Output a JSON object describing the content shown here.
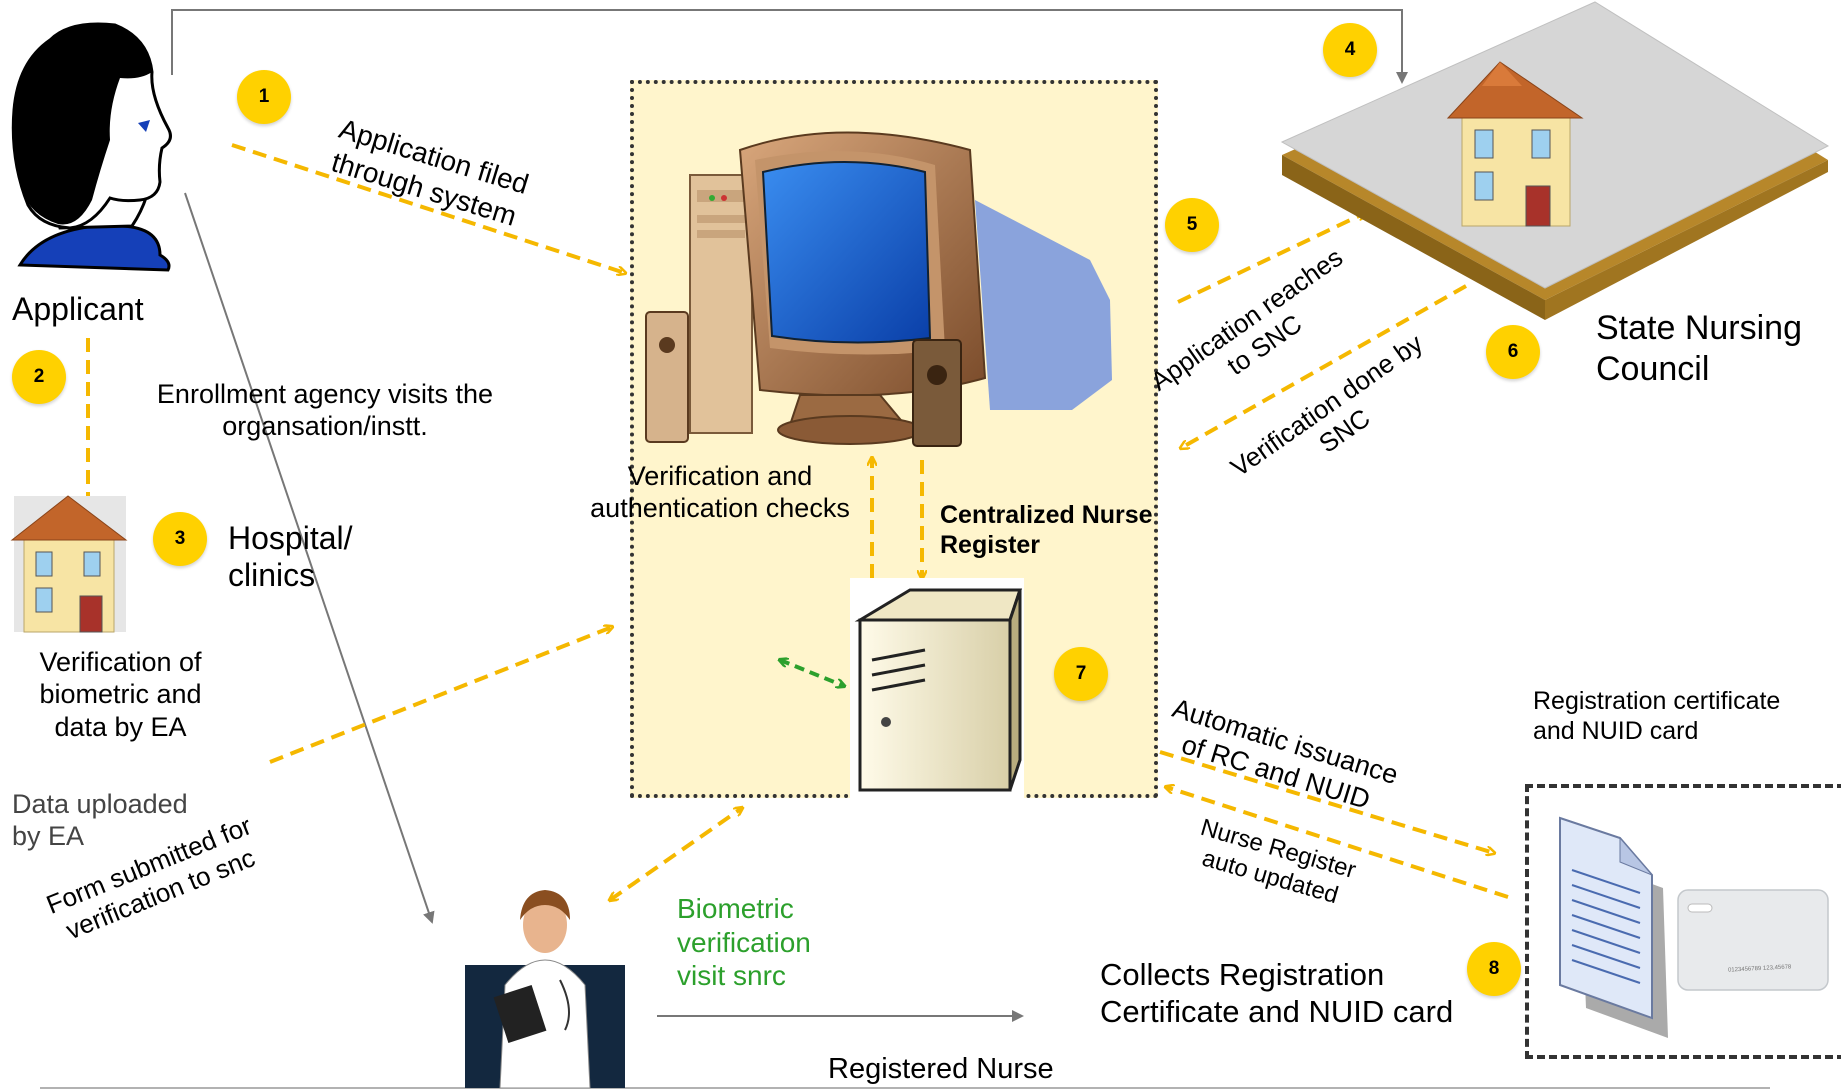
{
  "applicant": {
    "label": "Applicant"
  },
  "council": {
    "label_line1": "State Nursing",
    "label_line2": "Council"
  },
  "hospital": {
    "label_line1": "Hospital/",
    "label_line2": "clinics"
  },
  "registered_nurse": {
    "label": "Registered Nurse"
  },
  "system": {
    "register_line1": "Centralized Nurse",
    "register_line2": "Register",
    "checks_line1": "Verification and",
    "checks_line2": "authentication checks"
  },
  "steps": [
    "1",
    "2",
    "3",
    "4",
    "5",
    "6",
    "7",
    "8"
  ],
  "notes": {
    "filed_line1": "Application filed",
    "filed_line2": "through system",
    "ea_visit_line1": "Enrollment agency visits the",
    "ea_visit_line2": "organsation/instt.",
    "ea_verify_line1": "Verification of",
    "ea_verify_line2": "biometric and",
    "ea_verify_line3": "data by EA",
    "uploaded_line1": "Data uploaded",
    "uploaded_line2": "by EA",
    "form_line1": "Form submitted for",
    "form_line2": "verification to snc",
    "reaches_line1": "Application reaches",
    "reaches_line2": "to SNC",
    "snc_verify_line1": "Verification done by",
    "snc_verify_line2": "SNC",
    "issuance_line1": "Automatic issuance",
    "issuance_line2": "of RC and NUID",
    "updated_line1": "Nurse Register",
    "updated_line2": "auto updated",
    "biometric_line1": "Biometric",
    "biometric_line2": "verification",
    "biometric_line3": "visit snrc",
    "cert_line1": "Registration certificate",
    "cert_line2": "and NUID card",
    "collects_line1": "Collects Registration",
    "collects_line2": "Certificate and NUID card"
  },
  "card": {
    "number": "0123456789 123,45678"
  },
  "colors": {
    "arrow": "#f5b800",
    "accent": "#ffd100",
    "box": "#fff5cc",
    "green": "#2ca02c",
    "connector": "#777777"
  }
}
